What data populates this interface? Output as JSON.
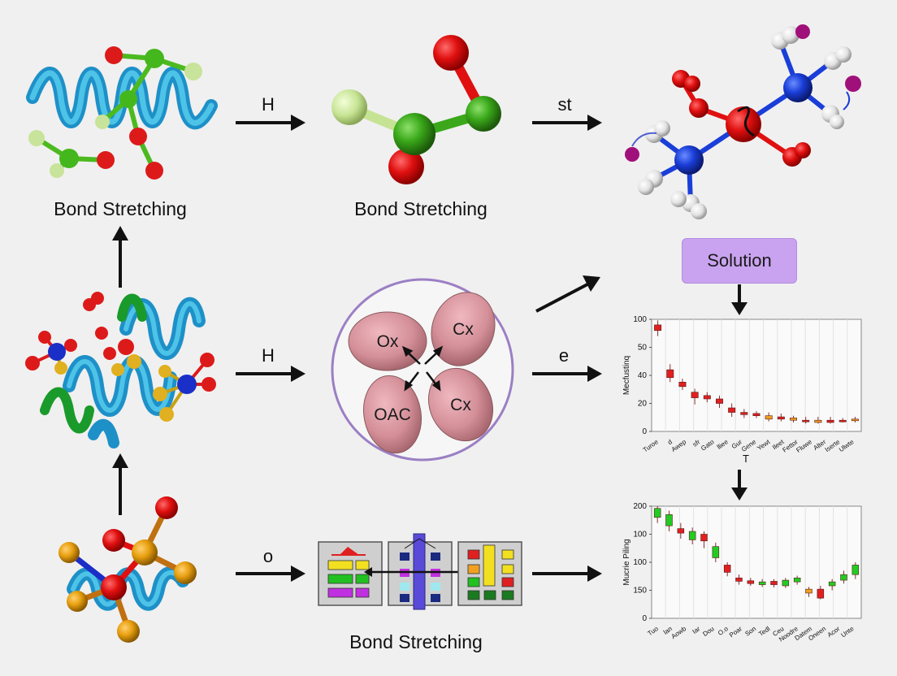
{
  "captions": {
    "top_left": "Bond Stretching",
    "top_middle": "Bond Stretching",
    "bottom_middle": "Bond Stretching"
  },
  "arrow_labels": {
    "row1_a": "H",
    "row1_b": "st",
    "row2_a": "H",
    "row2_b": "e",
    "row3_a": "o",
    "between_charts": "T"
  },
  "solution_box": {
    "label": "Solution"
  },
  "ovals": [
    "Ox",
    "Cx",
    "OAC",
    "Cx"
  ],
  "panel_icons": [
    "warning-triangle-icon",
    "arrow-badge-icon"
  ],
  "colors": {
    "accent_purple": "#c9a3ef",
    "circle_border": "#9b7fc4",
    "oval_fill": "#d48f98",
    "candle_red": "#e02020",
    "candle_green": "#22cc22",
    "candle_orange": "#f0a020"
  },
  "chart_data": [
    {
      "type": "candlestick",
      "ylabel": "Mecfustinq",
      "ylim": [
        0,
        100
      ],
      "yticks": [
        0,
        20,
        40,
        50,
        100
      ],
      "categories": [
        "Turoe",
        "d",
        "Awep",
        "sfr",
        "Gato",
        "lliee",
        "Gur",
        "Gene",
        "Yewt",
        "Ileet",
        "Fettor",
        "Fluwe",
        "Alter",
        "Iserte",
        "Ulwte"
      ],
      "candles": [
        {
          "open": 90,
          "close": 95,
          "high": 99,
          "low": 85,
          "color": "red"
        },
        {
          "open": 48,
          "close": 55,
          "high": 60,
          "low": 44,
          "color": "red"
        },
        {
          "open": 40,
          "close": 44,
          "high": 47,
          "low": 37,
          "color": "red"
        },
        {
          "open": 30,
          "close": 35,
          "high": 38,
          "low": 24,
          "color": "red"
        },
        {
          "open": 29,
          "close": 32,
          "high": 35,
          "low": 26,
          "color": "red"
        },
        {
          "open": 25,
          "close": 29,
          "high": 32,
          "low": 21,
          "color": "red"
        },
        {
          "open": 17,
          "close": 21,
          "high": 25,
          "low": 13,
          "color": "red"
        },
        {
          "open": 15,
          "close": 17,
          "high": 20,
          "low": 12,
          "color": "red"
        },
        {
          "open": 14,
          "close": 16,
          "high": 18,
          "low": 12,
          "color": "red"
        },
        {
          "open": 11,
          "close": 14,
          "high": 17,
          "low": 9,
          "color": "orange"
        },
        {
          "open": 11,
          "close": 13,
          "high": 16,
          "low": 9,
          "color": "red"
        },
        {
          "open": 10,
          "close": 12,
          "high": 14,
          "low": 8,
          "color": "orange"
        },
        {
          "open": 9,
          "close": 10,
          "high": 13,
          "low": 7,
          "color": "red"
        },
        {
          "open": 8,
          "close": 10,
          "high": 13,
          "low": 7,
          "color": "orange"
        },
        {
          "open": 8,
          "close": 10,
          "high": 13,
          "low": 7,
          "color": "red"
        },
        {
          "open": 9,
          "close": 10,
          "high": 12,
          "low": 8,
          "color": "red"
        },
        {
          "open": 10,
          "close": 11,
          "high": 13,
          "low": 8,
          "color": "orange"
        }
      ]
    },
    {
      "type": "candlestick",
      "ylabel": "Mucrie Piling",
      "ylim": [
        0,
        200
      ],
      "yticks": [
        0,
        150,
        100,
        100,
        200
      ],
      "categories": [
        "Tuo",
        "lan",
        "Aowb",
        "Iar",
        "Dou",
        "O.o",
        "Poar",
        "Son",
        "Tedl",
        "Ceu",
        "Noodre",
        "Datem",
        "Oneen",
        "Acor",
        "Unte"
      ],
      "candles": [
        {
          "open": 180,
          "close": 196,
          "high": 200,
          "low": 170,
          "color": "green"
        },
        {
          "open": 165,
          "close": 185,
          "high": 192,
          "low": 155,
          "color": "green"
        },
        {
          "open": 152,
          "close": 160,
          "high": 170,
          "low": 142,
          "color": "red"
        },
        {
          "open": 140,
          "close": 155,
          "high": 162,
          "low": 132,
          "color": "green"
        },
        {
          "open": 138,
          "close": 150,
          "high": 155,
          "low": 125,
          "color": "red"
        },
        {
          "open": 108,
          "close": 128,
          "high": 135,
          "low": 100,
          "color": "green"
        },
        {
          "open": 82,
          "close": 95,
          "high": 100,
          "low": 75,
          "color": "red"
        },
        {
          "open": 66,
          "close": 72,
          "high": 78,
          "low": 60,
          "color": "red"
        },
        {
          "open": 62,
          "close": 67,
          "high": 72,
          "low": 58,
          "color": "red"
        },
        {
          "open": 60,
          "close": 65,
          "high": 70,
          "low": 56,
          "color": "green"
        },
        {
          "open": 60,
          "close": 66,
          "high": 70,
          "low": 55,
          "color": "red"
        },
        {
          "open": 58,
          "close": 68,
          "high": 72,
          "low": 54,
          "color": "green"
        },
        {
          "open": 65,
          "close": 72,
          "high": 76,
          "low": 60,
          "color": "green"
        },
        {
          "open": 45,
          "close": 52,
          "high": 56,
          "low": 38,
          "color": "orange"
        },
        {
          "open": 36,
          "close": 52,
          "high": 58,
          "low": 34,
          "color": "red"
        },
        {
          "open": 58,
          "close": 65,
          "high": 70,
          "low": 50,
          "color": "green"
        },
        {
          "open": 68,
          "close": 78,
          "high": 85,
          "low": 62,
          "color": "green"
        },
        {
          "open": 78,
          "close": 95,
          "high": 100,
          "low": 70,
          "color": "green"
        }
      ]
    }
  ]
}
